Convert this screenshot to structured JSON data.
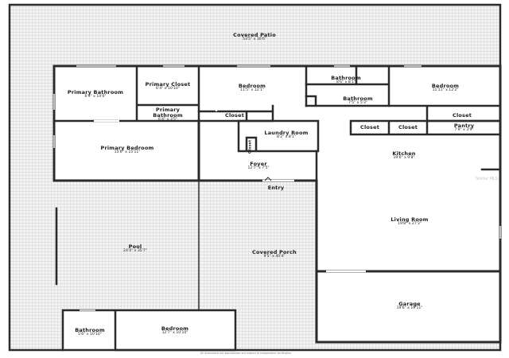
{
  "rooms": {
    "covered_patio": {
      "name": "Covered Patio",
      "dims": "53'5\" x 16'6\""
    },
    "primary_bathroom": {
      "name": "Primary Bathroom",
      "dims": "6'9\" x 14'6\""
    },
    "primary_closet": {
      "name": "Primary Closet",
      "dims": "6'4\" x 10'10\""
    },
    "primary_bathroom_small": {
      "name": "Primary Bathroom",
      "dims": "6'4\" x 3'5\""
    },
    "bedroom_center": {
      "name": "Bedroom",
      "dims": "11'5\" x 12'1\""
    },
    "bathroom_top": {
      "name": "Bathroom",
      "dims": "8'6\" x 8'1\""
    },
    "bathroom_mid": {
      "name": "Bathroom",
      "dims": "7'5\" x 5'3\""
    },
    "bedroom_right": {
      "name": "Bedroom",
      "dims": "11'11\" x 12'2\""
    },
    "closet_center": {
      "name": "Closet"
    },
    "closet_left_kitchen": {
      "name": "Closet"
    },
    "closet_mid_kitchen": {
      "name": "Closet"
    },
    "closet_right": {
      "name": "Closet"
    },
    "pantry": {
      "name": "Pantry",
      "dims": "7'9\" x 3'9\""
    },
    "laundry_room": {
      "name": "Laundry Room",
      "dims": "8'2\" x 8'1\""
    },
    "laundry_closet": {
      "name": "Closet"
    },
    "primary_bedroom": {
      "name": "Primary Bedroom",
      "dims": "15'6\" x 15'11\""
    },
    "kitchen": {
      "name": "Kitchen",
      "dims": "19'6\" x 9'8\""
    },
    "foyer": {
      "name": "Foyer",
      "dims": "12'7\" x 7'5\""
    },
    "entry": {
      "name": "Entry"
    },
    "living_room": {
      "name": "Living Room",
      "dims": "19'8\" x 27'3\""
    },
    "pool": {
      "name": "Pool",
      "dims": "24'4\" x 35'7\""
    },
    "covered_porch": {
      "name": "Covered Porch",
      "dims": "9'5\" x 40'4\""
    },
    "garage": {
      "name": "Garage",
      "dims": "19'6\" x 19'11\""
    },
    "bathroom_bottom": {
      "name": "Bathroom",
      "dims": "5'6\" x 10'10\""
    },
    "bedroom_bottom": {
      "name": "Bedroom",
      "dims": "12'7\" x 10'10\""
    }
  },
  "footer_note": "All dimensions are approximate and subject to independent verification.",
  "watermark": "Stellar MLS",
  "colors": {
    "wall": "#2b2b2b",
    "floor": "#ffffff",
    "tile": "#d9d9d9"
  }
}
